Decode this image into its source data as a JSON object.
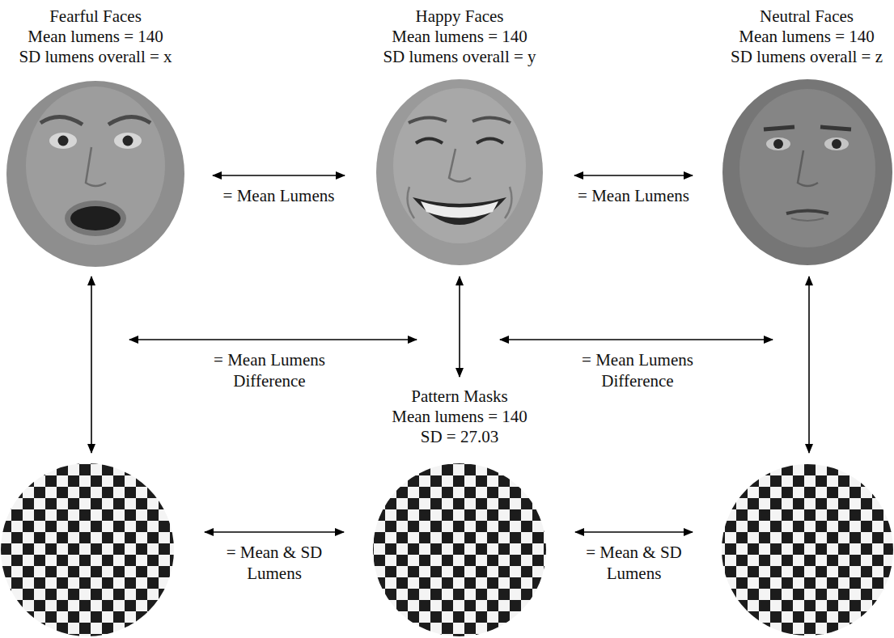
{
  "diagram": {
    "nodes": [
      {
        "text": [
          "Fearful Faces",
          "Mean lumens = 140",
          "SD lumens overall = x"
        ]
      },
      {
        "text": [
          "Happy Faces",
          "Mean lumens = 140",
          "SD lumens overall = y"
        ]
      },
      {
        "text": [
          "Neutral Faces",
          "Mean lumens = 140",
          "SD lumens overall = z"
        ]
      },
      {
        "text": []
      },
      {
        "text": [
          "Pattern Masks",
          "Mean lumens = 140",
          "SD = 27.03"
        ]
      },
      {
        "text": []
      }
    ],
    "edges": [
      {
        "from": 0,
        "to": 1,
        "arrow": "both",
        "label": "= Mean Lumens"
      },
      {
        "from": 1,
        "to": 2,
        "arrow": "both",
        "label": "= Mean Lumens"
      },
      {
        "from": 0,
        "to": 3,
        "arrow": "both"
      },
      {
        "from": 1,
        "to": 4,
        "arrow": "both"
      },
      {
        "from": 2,
        "to": 5,
        "arrow": "both"
      },
      {
        "from": 3,
        "to": 4,
        "arrow": "both",
        "label": "= Mean & SD Lumens"
      },
      {
        "from": 4,
        "to": 5,
        "arrow": "both",
        "label": "= Mean & SD Lumens"
      }
    ],
    "labels": [
      "= Mean Lumens Difference",
      "= Mean Lumens Difference"
    ]
  }
}
